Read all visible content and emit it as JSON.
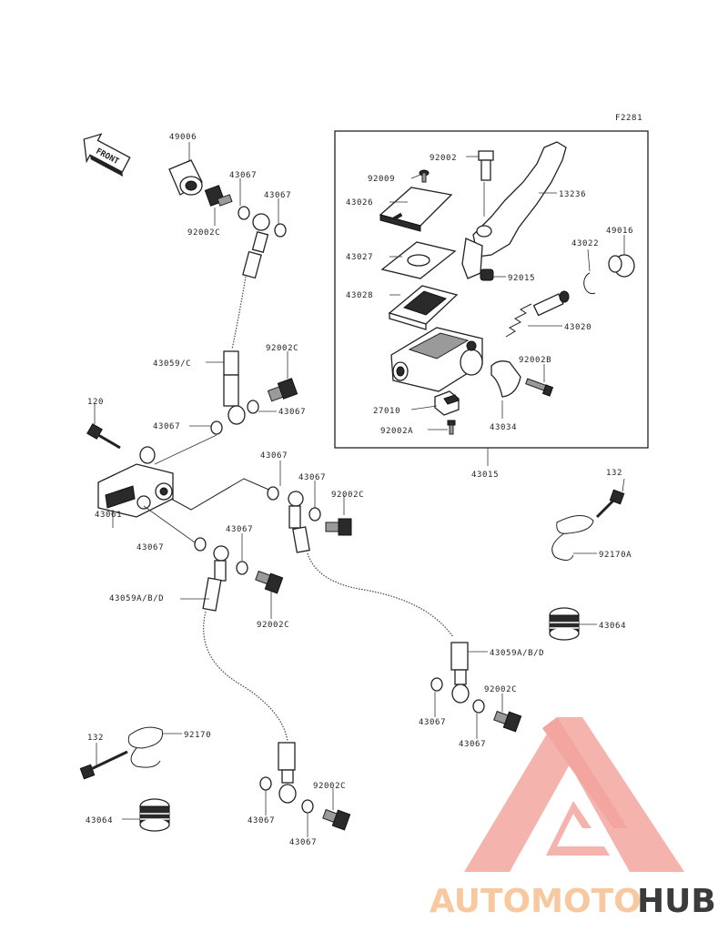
{
  "figure_code": "F2281",
  "front_arrow_label": "FRONT",
  "watermark": {
    "part1": "AUTOMOTO",
    "part2": "HUB",
    "accent": "#f3a59f",
    "accent_light": "#f8c9a0",
    "dark": "#3b3b3b"
  },
  "labels": {
    "l49006": "49006",
    "l43067a": "43067",
    "l43067b": "43067",
    "l92002c_a": "92002C",
    "l43059c": "43059/C",
    "l92002c_b": "92002C",
    "l43067c": "43067",
    "l120": "120",
    "l43067d": "43067",
    "l43067e": "43067",
    "l43067f": "43067",
    "l92002c_c": "92002C",
    "l43061": "43061",
    "l43067g": "43067",
    "l43067h": "43067",
    "l43059abd_left": "43059A/B/D",
    "l92002c_d": "92002C",
    "l132_right": "132",
    "l92170a": "92170A",
    "l43064_right": "43064",
    "l43059abd_right": "43059A/B/D",
    "l92002c_e": "92002C",
    "l43067i": "43067",
    "l43067j": "43067",
    "l132_left": "132",
    "l92170": "92170",
    "l43064_left": "43064",
    "l43067k": "43067",
    "l92002c_f": "92002C",
    "l43067l": "43067",
    "l92002": "92002",
    "l92009": "92009",
    "l13236": "13236",
    "l43026": "43026",
    "l49016": "49016",
    "l43022": "43022",
    "l43027": "43027",
    "l92015": "92015",
    "l43028": "43028",
    "l43020": "43020",
    "l92002b": "92002B",
    "l27010": "27010",
    "l92002a": "92002A",
    "l43034": "43034",
    "l43015": "43015"
  }
}
